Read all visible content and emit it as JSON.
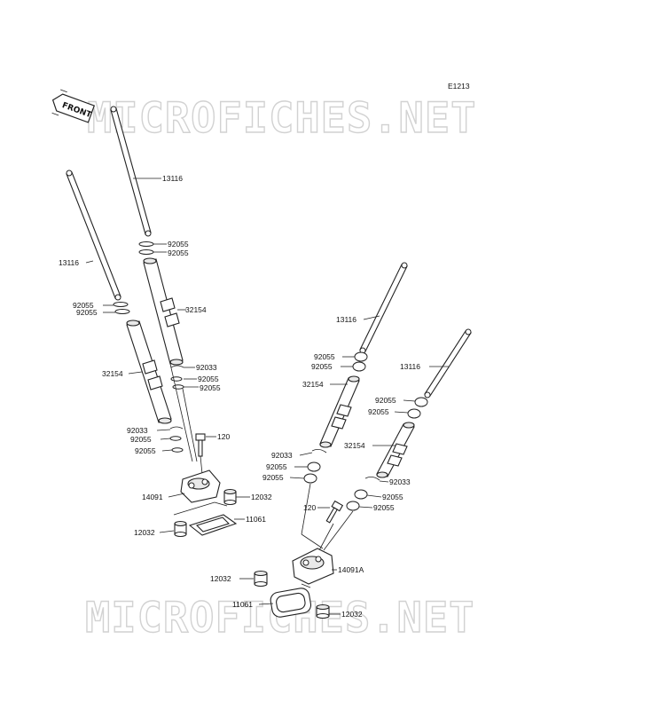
{
  "diagram_code": "E1213",
  "front_label": "FRONT",
  "watermark": "MICROFICHES.NET",
  "parts": {
    "push_rod_1": "13116",
    "push_rod_2": "13116",
    "push_rod_3": "13116",
    "push_rod_4": "13116",
    "oring_a1": "92055",
    "oring_a2": "92055",
    "oring_b1": "92055",
    "oring_b2": "92055",
    "tube_1": "32154",
    "tube_2": "32154",
    "tube_3": "32154",
    "tube_4": "32154",
    "clip_1": "92033",
    "oring_c1": "92055",
    "oring_c2": "92055",
    "clip_2": "92033",
    "oring_d1": "92055",
    "oring_d2": "92055",
    "bolt_1": "120",
    "holder_front": "14091",
    "collar_1": "12032",
    "gasket_1": "11061",
    "collar_2": "12032",
    "oring_e1": "92055",
    "oring_e2": "92055",
    "clip_3": "92033",
    "oring_f1": "92055",
    "oring_f2": "92055",
    "oring_g1": "92055",
    "oring_g2": "92055",
    "clip_4": "92033",
    "oring_h1": "92055",
    "oring_h2": "92055",
    "bolt_2": "120",
    "holder_rear": "14091A",
    "collar_3": "12032",
    "gasket_2": "11061",
    "collar_4": "12032"
  }
}
